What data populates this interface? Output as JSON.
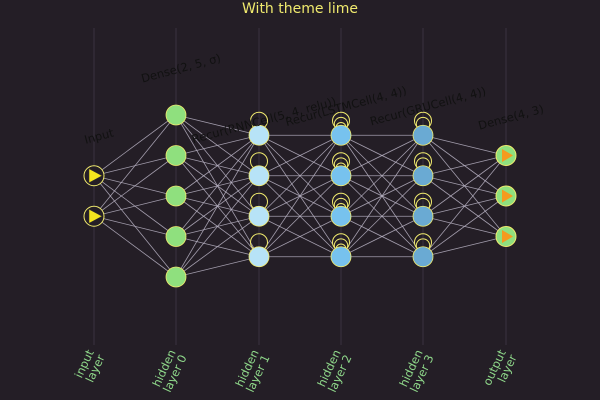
{
  "title": "With theme lime",
  "layers": [
    {
      "label": "Input",
      "axis_line1": "input",
      "axis_line2": "layer",
      "units": 2,
      "style": "input",
      "color": "#f5e61e",
      "recurrent": false
    },
    {
      "label": "Dense(2, 5, σ)",
      "axis_line1": "hidden",
      "axis_line2": "layer 0",
      "units": 5,
      "style": "dense",
      "color": "#8fe07e",
      "recurrent": false
    },
    {
      "label": "Recur(RNNCell(5, 4, relu))",
      "axis_line1": "hidden",
      "axis_line2": "layer 1",
      "units": 4,
      "style": "dense",
      "color": "#b7e3f7",
      "recurrent": true,
      "loops": 1
    },
    {
      "label": "Recur(LSTMCell(4, 4))",
      "axis_line1": "hidden",
      "axis_line2": "layer 2",
      "units": 4,
      "style": "dense",
      "color": "#77c2ee",
      "recurrent": true,
      "loops": 3
    },
    {
      "label": "Recur(GRUCell(4, 4))",
      "axis_line1": "hidden",
      "axis_line2": "layer 3",
      "units": 4,
      "style": "dense",
      "color": "#6aaad3",
      "recurrent": true,
      "loops": 2
    },
    {
      "label": "Dense(4, 3)",
      "axis_line1": "output",
      "axis_line2": "layer",
      "units": 3,
      "style": "output",
      "color": "#8fe07e",
      "recurrent": false
    }
  ],
  "colors": {
    "background": "#241e26",
    "title": "#f0ea6e",
    "axis_labels": "#8fd88a",
    "node_stroke": "#f0ea6e",
    "output_marker": "#f59a1e"
  }
}
